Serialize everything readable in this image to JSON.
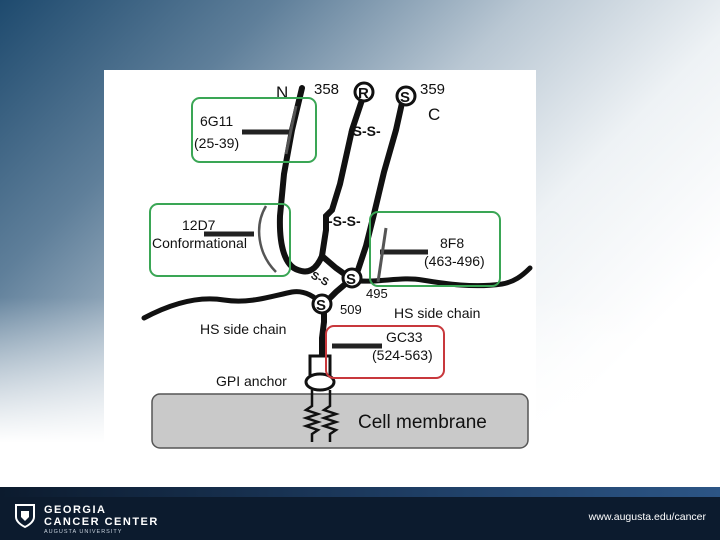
{
  "footer": {
    "org_line1": "GEORGIA",
    "org_line2": "CANCER CENTER",
    "org_sub": "AUGUSTA UNIVERSITY",
    "url": "www.augusta.edu/cancer"
  },
  "diagram": {
    "terminus_n": "N",
    "terminus_c": "C",
    "residue_358": "358",
    "residue_359": "359",
    "residue_495": "495",
    "residue_509": "509",
    "residue_r": "R",
    "residue_s_top": "S",
    "residue_s_mid": "S",
    "residue_s_low": "S",
    "disulfide_top": "-S-S-",
    "disulfide_mid": "-S-S-",
    "disulfide_low": "S-S",
    "antibody_6g11_name": "6G11",
    "antibody_6g11_epitope": "(25-39)",
    "antibody_12d7_name": "12D7",
    "antibody_12d7_epitope": "Conformational",
    "antibody_8f8_name": "8F8",
    "antibody_8f8_epitope": "(463-496)",
    "antibody_gc33_name": "GC33",
    "antibody_gc33_epitope": "(524-563)",
    "hs_left": "HS side chain",
    "hs_right": "HS side chain",
    "gpi_anchor": "GPI anchor",
    "membrane": "Cell membrane"
  },
  "colors": {
    "green_box": "#3aa655",
    "red_box": "#c8383c",
    "membrane_fill": "#c9c9c9",
    "footer": "#0c1b2e"
  }
}
